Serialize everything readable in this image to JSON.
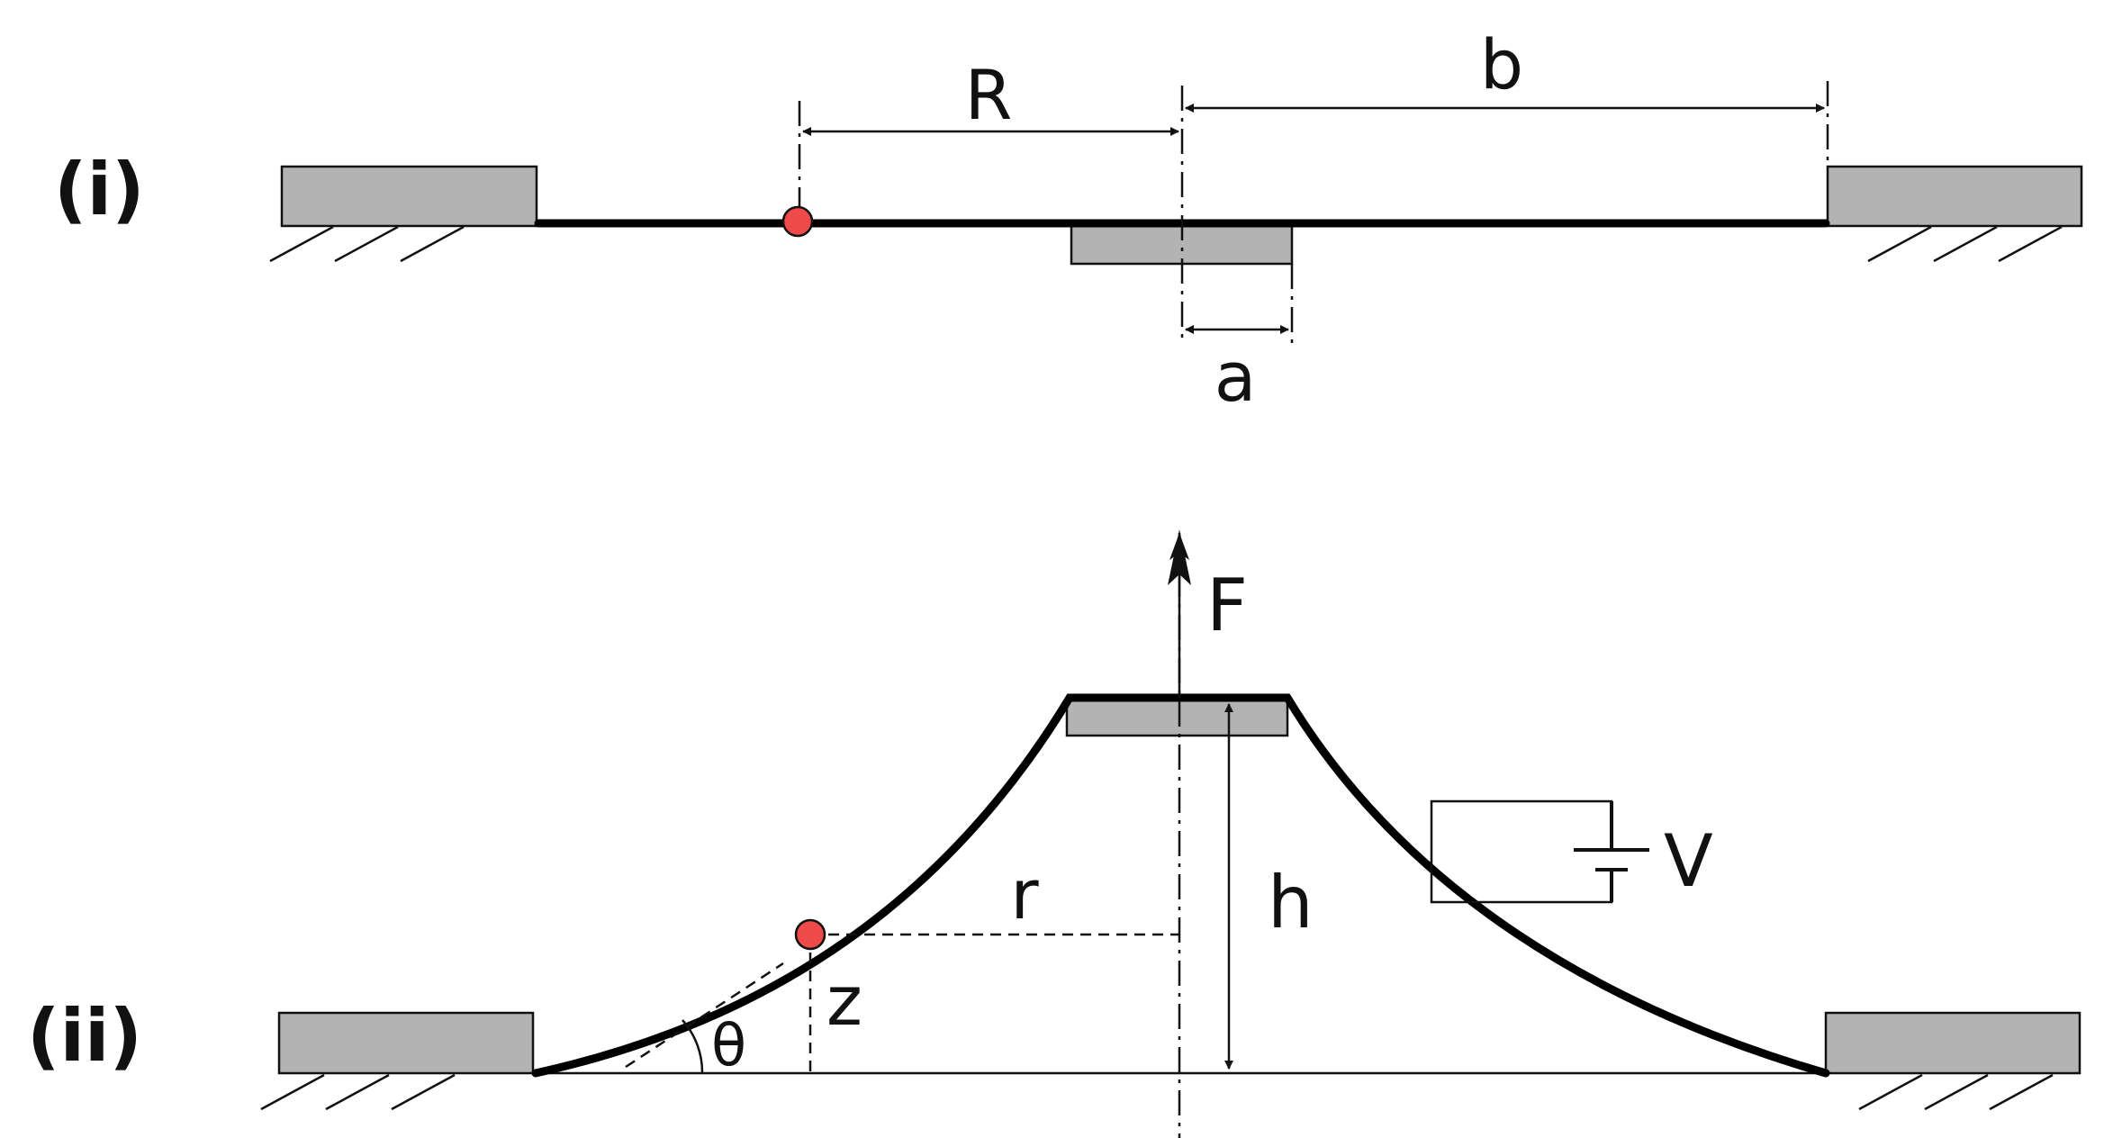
{
  "panels": [
    {
      "id": "i",
      "label": "(i)"
    },
    {
      "id": "ii",
      "label": "(ii)"
    }
  ],
  "dimension_labels": {
    "R": "R",
    "b": "b",
    "a": "a",
    "F": "F",
    "h": "h",
    "r": "r",
    "z": "z",
    "theta": "θ",
    "V": "V"
  },
  "colors": {
    "support": "#b3b3b3",
    "film": "#000000",
    "marker": "#ef4a4a"
  }
}
